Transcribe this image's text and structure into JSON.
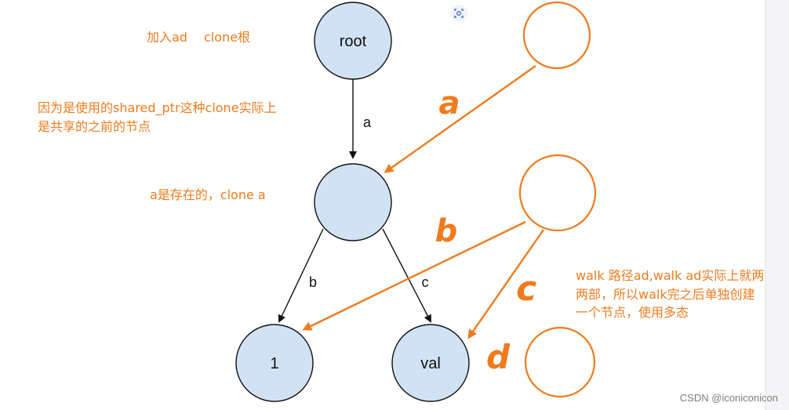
{
  "nodes": {
    "root": "root",
    "mid": "",
    "one": "1",
    "val": "val"
  },
  "edges": {
    "a": "a",
    "b": "b",
    "c": "c"
  },
  "handwritten": {
    "a": "a",
    "b": "b",
    "c": "c",
    "d": "d"
  },
  "notes": {
    "note1": "加入ad　 clone根",
    "note2_line1": "因为是使用的shared_ptr这种clone实际上",
    "note2_line2": "是共享的之前的节点",
    "note3": "a是存在的，clone a",
    "note4_line1": "walk 路径ad,walk ad实际上就两",
    "note4_line2": "两部，所以walk完之后单独创建",
    "note4_line3": "一个节点，使用多态"
  },
  "watermark": "CSDN @iconiconicon",
  "colors": {
    "node_fill": "#d1e2f4",
    "node_stroke": "#111111",
    "orange": "#f07b1d",
    "edge": "#111111"
  }
}
